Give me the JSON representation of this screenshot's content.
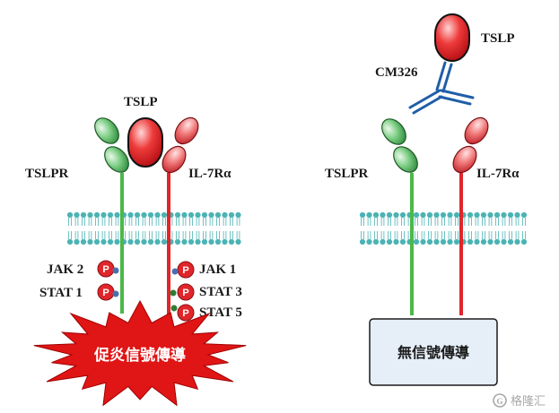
{
  "left": {
    "ligand": "TSLP",
    "receptor_a": "TSLPR",
    "receptor_b": "IL-7Rα",
    "kinases": [
      "JAK 2",
      "STAT 1"
    ],
    "kinases_right": [
      "JAK 1",
      "STAT 3",
      "STAT 5"
    ],
    "phospho": "P",
    "outcome": "促炎信號傳導"
  },
  "right": {
    "ligand": "TSLP",
    "antibody": "CM326",
    "receptor_a": "TSLPR",
    "receptor_b": "IL-7Rα",
    "outcome": "無信號傳導"
  },
  "watermark": "格隆汇",
  "colors": {
    "green": "#4cb848",
    "red": "#e0262b",
    "membrane": "#4bb3b4",
    "antibody": "#1f5ea8",
    "outcome_box": "#e6eef8",
    "burst": "#e01515"
  }
}
